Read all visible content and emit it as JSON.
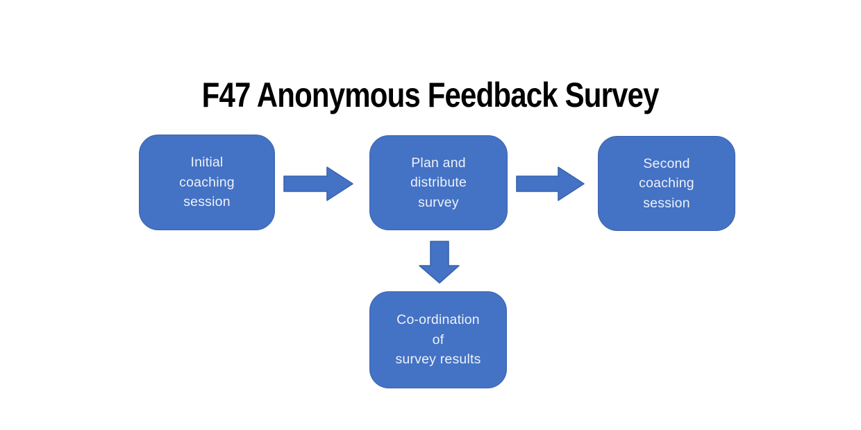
{
  "title": "F47 Anonymous Feedback Survey",
  "colors": {
    "shape_fill": "#4472C4",
    "shape_border": "#3A63AE",
    "shape_text": "#EDF2FA",
    "title_text": "#000000",
    "background": "#FFFFFF"
  },
  "diagram": {
    "type": "flowchart",
    "nodes": [
      {
        "id": "initial-coaching-session",
        "label": "Initial\ncoaching\nsession"
      },
      {
        "id": "plan-distribute-survey",
        "label": "Plan and\ndistribute\nsurvey"
      },
      {
        "id": "second-coaching-session",
        "label": "Second\ncoaching\nsession"
      },
      {
        "id": "coordination-survey-results",
        "label": "Co-ordination\nof\nsurvey results"
      }
    ],
    "connectors": [
      {
        "from": "initial-coaching-session",
        "to": "plan-distribute-survey",
        "direction": "right"
      },
      {
        "from": "plan-distribute-survey",
        "to": "second-coaching-session",
        "direction": "right"
      },
      {
        "from": "plan-distribute-survey",
        "to": "coordination-survey-results",
        "direction": "down"
      }
    ]
  }
}
